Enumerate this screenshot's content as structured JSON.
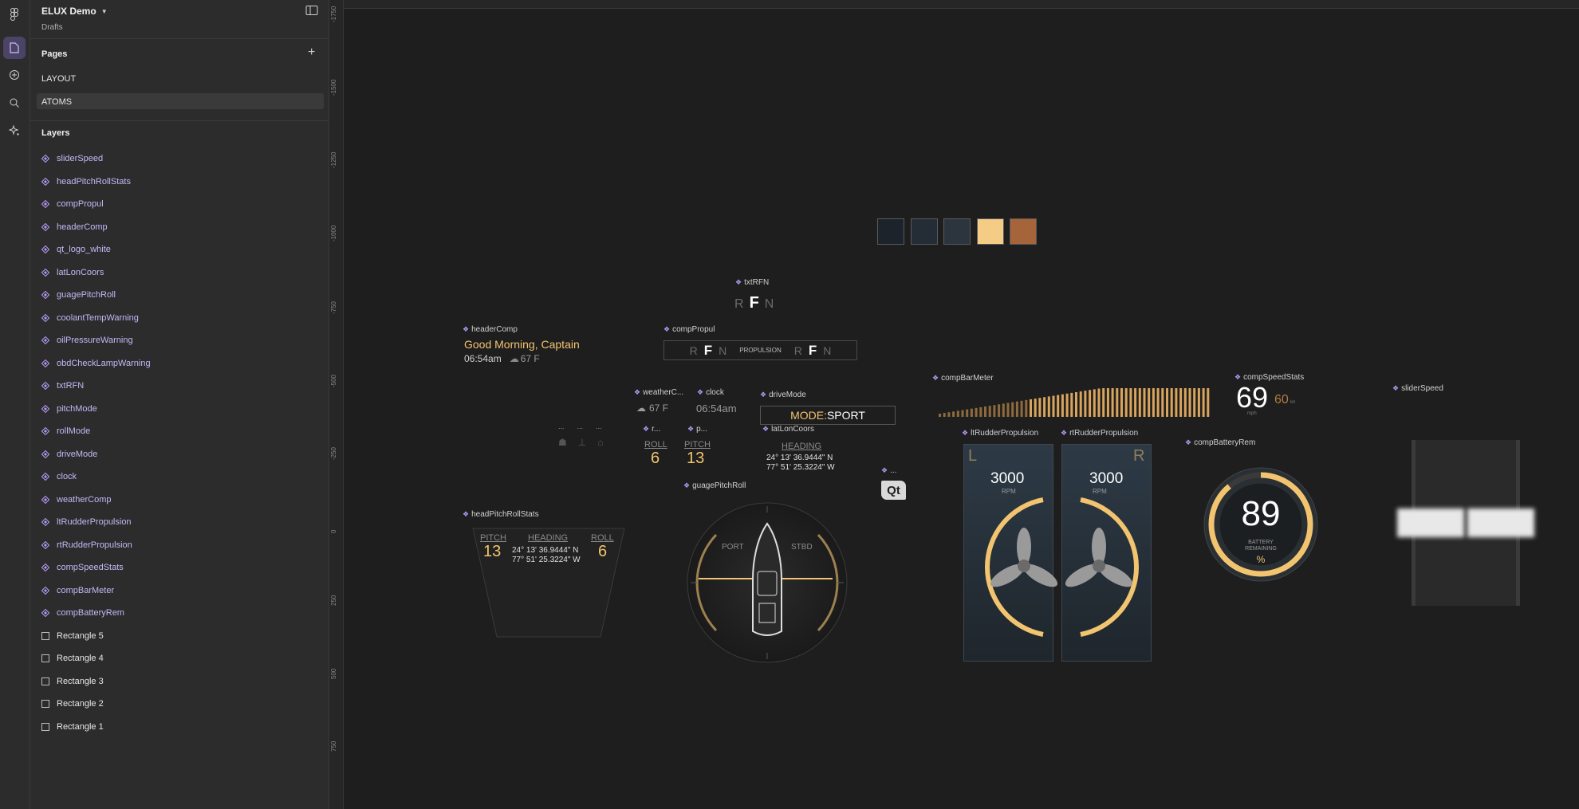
{
  "file": {
    "name": "ELUX Demo",
    "location": "Drafts"
  },
  "pages": {
    "title": "Pages",
    "items": [
      "LAYOUT",
      "ATOMS"
    ],
    "selected": "ATOMS"
  },
  "layers": {
    "title": "Layers",
    "items": [
      {
        "name": "sliderSpeed",
        "kind": "component"
      },
      {
        "name": "headPitchRollStats",
        "kind": "component"
      },
      {
        "name": "compPropul",
        "kind": "component"
      },
      {
        "name": "headerComp",
        "kind": "component"
      },
      {
        "name": "qt_logo_white",
        "kind": "component"
      },
      {
        "name": "latLonCoors",
        "kind": "component"
      },
      {
        "name": "guagePitchRoll",
        "kind": "component"
      },
      {
        "name": "coolantTempWarning",
        "kind": "component"
      },
      {
        "name": "oilPressureWarning",
        "kind": "component"
      },
      {
        "name": "obdCheckLampWarning",
        "kind": "component"
      },
      {
        "name": "txtRFN",
        "kind": "component"
      },
      {
        "name": "pitchMode",
        "kind": "component"
      },
      {
        "name": "rollMode",
        "kind": "component"
      },
      {
        "name": "driveMode",
        "kind": "component"
      },
      {
        "name": "clock",
        "kind": "component"
      },
      {
        "name": "weatherComp",
        "kind": "component"
      },
      {
        "name": "ltRudderPropulsion",
        "kind": "component"
      },
      {
        "name": "rtRudderPropulsion",
        "kind": "component"
      },
      {
        "name": "compSpeedStats",
        "kind": "component"
      },
      {
        "name": "compBarMeter",
        "kind": "component"
      },
      {
        "name": "compBatteryRem",
        "kind": "component"
      },
      {
        "name": "Rectangle 5",
        "kind": "rectangle"
      },
      {
        "name": "Rectangle 4",
        "kind": "rectangle"
      },
      {
        "name": "Rectangle 3",
        "kind": "rectangle"
      },
      {
        "name": "Rectangle 2",
        "kind": "rectangle"
      },
      {
        "name": "Rectangle 1",
        "kind": "rectangle"
      }
    ]
  },
  "ruler": {
    "vertical": [
      "-1750",
      "-1500",
      "-1250",
      "-1000",
      "-750",
      "-500",
      "-250",
      "0",
      "250",
      "500",
      "750"
    ]
  },
  "swatches": [
    "#1c232b",
    "#242d36",
    "#2c353e",
    "#f4cc86",
    "#a5643a"
  ],
  "canvas": {
    "frame_labels": {
      "txtRFN": "txtRFN",
      "headerComp": "headerComp",
      "compPropul": "compPropul",
      "weather": "weatherC...",
      "clock": "clock",
      "driveMode": "driveMode",
      "roll": "r...",
      "pitch": "p...",
      "latLon": "latLonCoors",
      "qt": "...",
      "headPitchRollStats": "headPitchRollStats",
      "guagePitchRoll": "guagePitchRoll",
      "compBarMeter": "compBarMeter",
      "ltRudder": "ltRudderPropulsion",
      "rtRudder": "rtRudderPropulsion",
      "compSpeedStats": "compSpeedStats",
      "compBatteryRem": "compBatteryRem",
      "sliderSpeed": "sliderSpeed",
      "warn1": "...",
      "warn2": "...",
      "warn3": "..."
    },
    "rfn": {
      "r": "R",
      "f": "F",
      "n": "N"
    },
    "header": {
      "greeting": "Good Morning, Captain",
      "time": "06:54am",
      "temp": "67 F"
    },
    "propul": {
      "label": "PROPULSION"
    },
    "weather": {
      "temp": "67 F"
    },
    "clock": {
      "time": "06:54am"
    },
    "drive": {
      "prefix": "MODE:",
      "value": "SPORT"
    },
    "roll": {
      "label": "ROLL",
      "value": "6"
    },
    "pitch": {
      "label": "PITCH",
      "value": "13"
    },
    "latlon": {
      "label": "HEADING",
      "lat": "24° 13' 36.9444\" N",
      "lon": "77° 51' 25.3224\" W"
    },
    "qt": {
      "text": "Qt"
    },
    "stats": {
      "pitch_label": "PITCH",
      "pitch": "13",
      "heading_label": "HEADING",
      "lat": "24° 13' 36.9444\" N",
      "lon": "77° 51' 25.3224\" W",
      "roll_label": "ROLL",
      "roll": "6"
    },
    "gauge": {
      "port": "PORT",
      "stbd": "STBD"
    },
    "left_rudder": {
      "side": "L",
      "rpm": "3000",
      "unit": "RPM"
    },
    "right_rudder": {
      "side": "R",
      "rpm": "3000",
      "unit": "RPM"
    },
    "speed": {
      "value": "69",
      "secondary": "60",
      "secondary_unit": "kn",
      "unit": "mph"
    },
    "battery": {
      "value": "89",
      "label_line1": "BATTERY",
      "label_line2": "REMAINING",
      "unit": "%"
    }
  }
}
